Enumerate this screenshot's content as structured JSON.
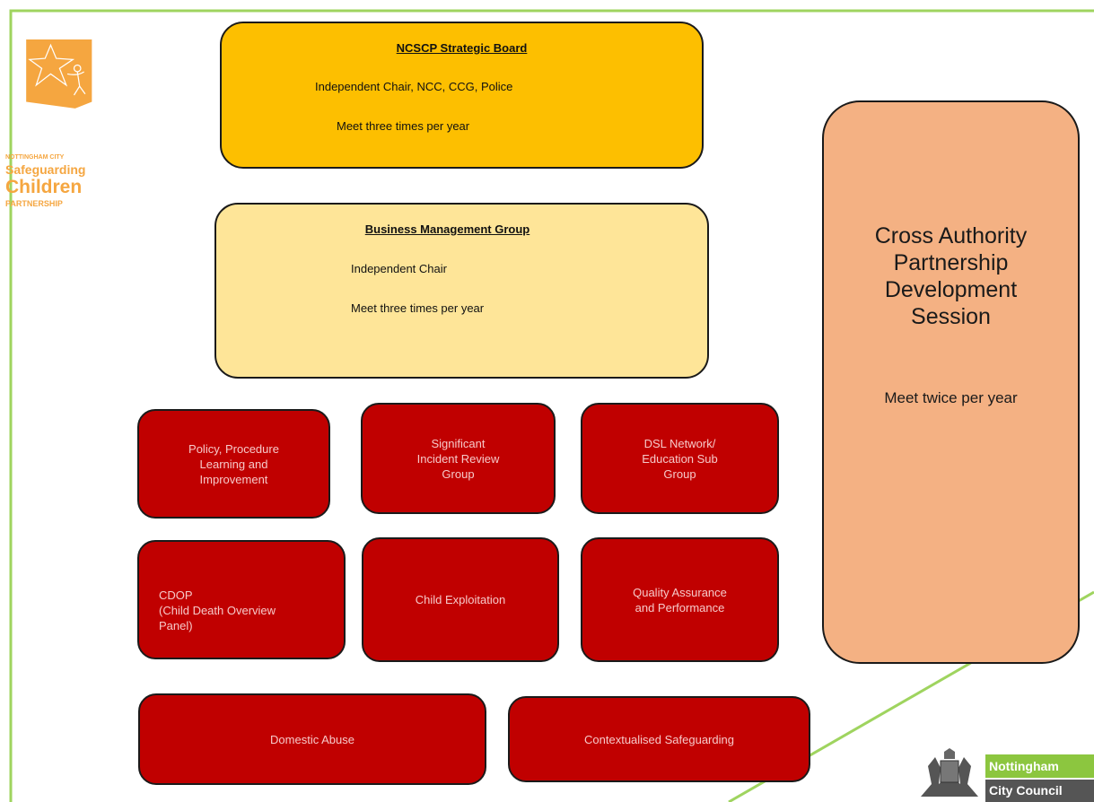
{
  "strategic_board": {
    "title": "NCSCP Strategic Board",
    "members": "Independent Chair, NCC, CCG, Police",
    "frequency": "Meet three times per year"
  },
  "business_group": {
    "title": "Business Management Group",
    "chair": "Independent Chair",
    "frequency": "Meet three times per year"
  },
  "cross_authority": {
    "title": "Cross Authority\nPartnership\nDevelopment\nSession",
    "frequency": "Meet twice per year"
  },
  "subgroups": {
    "policy": "Policy, Procedure\nLearning and\nImprovement",
    "significant_incident": "Significant\nIncident Review\nGroup",
    "dsl_network": "DSL Network/\nEducation Sub\nGroup",
    "cdop": "CDOP\n(Child Death Overview\nPanel)",
    "child_exploitation": "Child Exploitation",
    "quality_assurance": "Quality Assurance\nand Performance",
    "domestic_abuse": "Domestic Abuse",
    "contextualised": "Contextualised Safeguarding"
  },
  "logo_ncscp": {
    "line1": "NOTTINGHAM CITY",
    "line2": "Safeguarding",
    "line3": "Children",
    "line4": "PARTNERSHIP",
    "color": "#f5a640"
  },
  "logo_ncc": {
    "line1": "Nottingham",
    "line2": "City Council",
    "green": "#8cc63f",
    "grey": "#555555"
  },
  "colors": {
    "frame_green": "#9fd45f",
    "gold": "#fdbf00",
    "pale_yellow": "#fee598",
    "peach": "#f4b183",
    "red": "#c00000"
  }
}
